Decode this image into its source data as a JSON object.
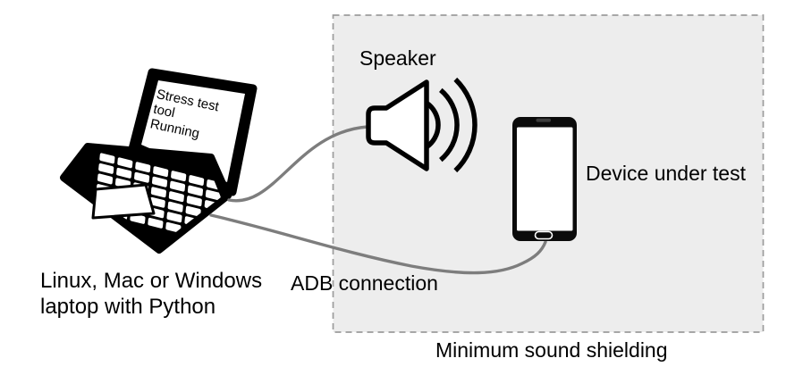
{
  "diagram": {
    "shielding_box": {
      "label": "Minimum sound shielding",
      "fill_color": "#ededed",
      "border_color": "#9c9c9c"
    },
    "laptop": {
      "screen_lines": [
        "Stress test",
        "tool",
        "Running"
      ],
      "caption_lines": [
        "Linux, Mac or Windows",
        "laptop with Python"
      ]
    },
    "speaker": {
      "label": "Speaker"
    },
    "phone": {
      "label": "Device under test"
    },
    "adb": {
      "label": "ADB connection"
    },
    "connector_color": "#7d7d7d",
    "icon_color": "#000000",
    "text_color": "#000000"
  }
}
